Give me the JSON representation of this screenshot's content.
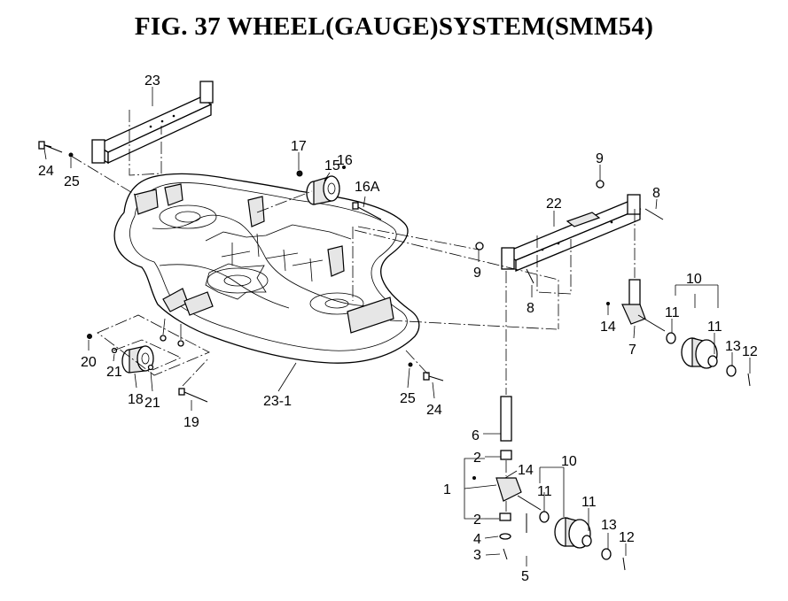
{
  "title": "FIG. 37  WHEEL(GAUGE)SYSTEM(SMM54)",
  "callouts": [
    "23",
    "24",
    "25",
    "17",
    "15",
    "16",
    "16A",
    "9",
    "8",
    "22",
    "9",
    "8",
    "10",
    "11",
    "11",
    "13",
    "12",
    "14",
    "7",
    "20",
    "21",
    "18",
    "21",
    "19",
    "23-1",
    "25",
    "24",
    "6",
    "2",
    "14",
    "10",
    "1",
    "11",
    "11",
    "13",
    "12",
    "2",
    "4",
    "3",
    "5"
  ]
}
